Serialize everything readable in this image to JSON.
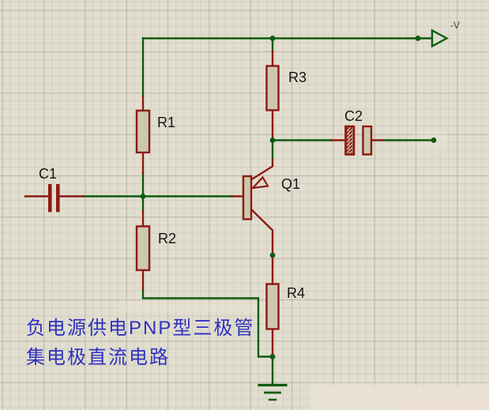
{
  "colors": {
    "bg": "#e1ded0",
    "grid_minor": "#d2cfc1",
    "grid_major": "#bab7a9",
    "wire": "#0d5c0d",
    "component": "#8e1a10",
    "body_fill": "#ccc8b0",
    "label": "#141414",
    "supply_label": "#3a3a3a",
    "caption": "#3030c0"
  },
  "components": {
    "r1": {
      "ref": "R1"
    },
    "r2": {
      "ref": "R2"
    },
    "r3": {
      "ref": "R3"
    },
    "r4": {
      "ref": "R4"
    },
    "c1": {
      "ref": "C1"
    },
    "c2": {
      "ref": "C2"
    },
    "q1": {
      "ref": "Q1"
    }
  },
  "power": {
    "label": "-V"
  },
  "caption": {
    "line1": "负电源供电PNP型三极管",
    "line2": "集电极直流电路"
  }
}
